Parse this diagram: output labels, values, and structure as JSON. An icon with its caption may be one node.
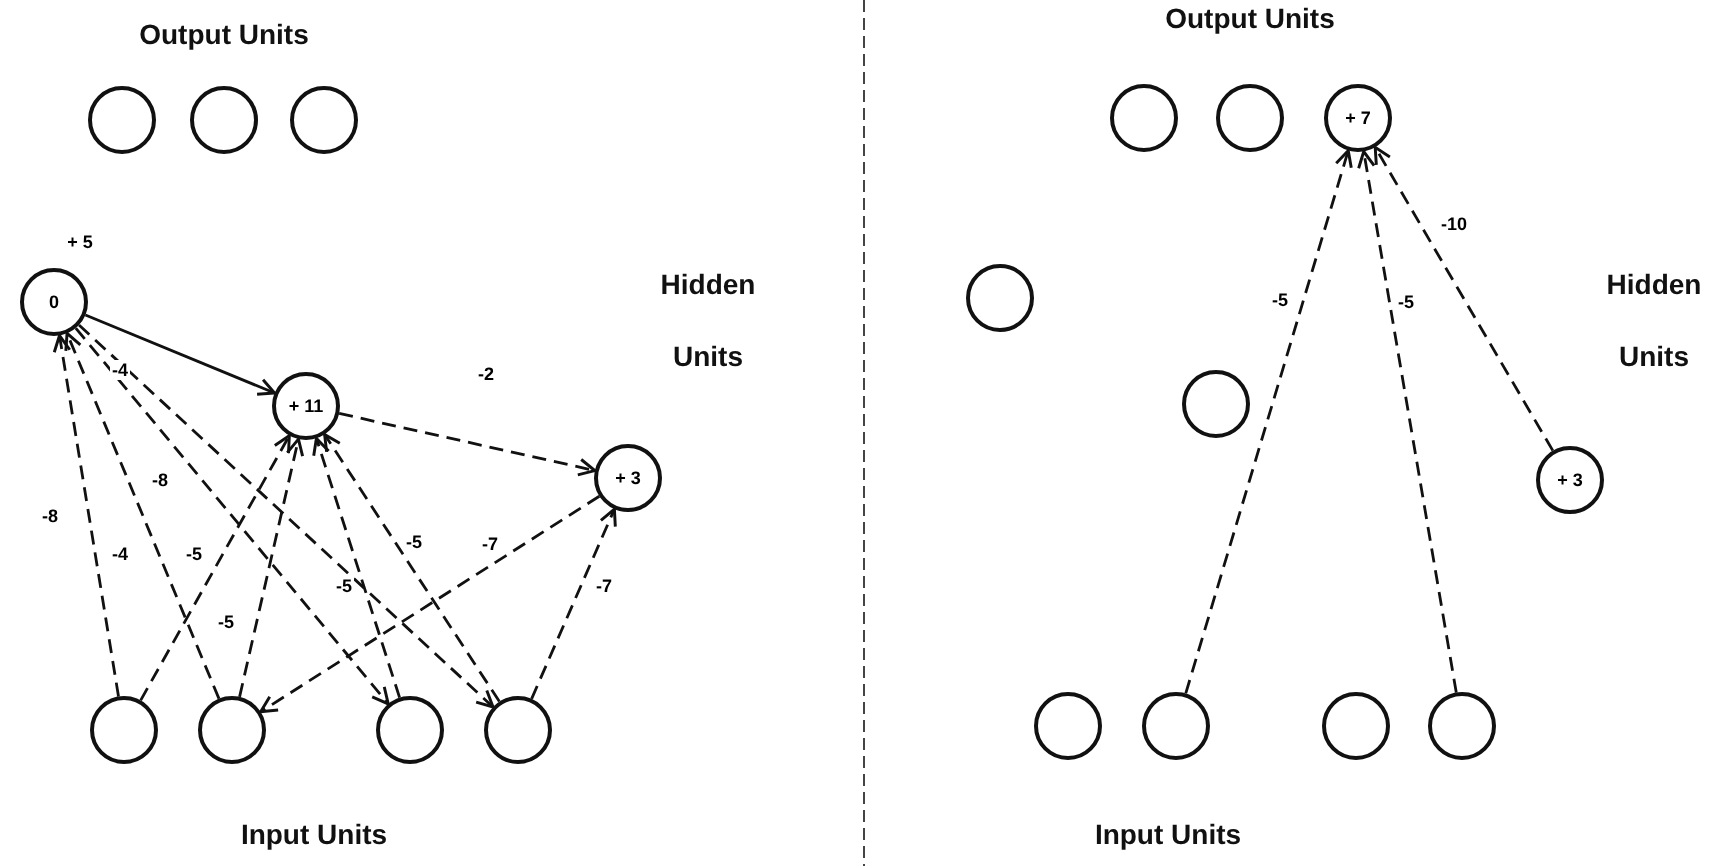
{
  "diagram": {
    "nodes": [
      {
        "text": [],
        "shape": "circle"
      },
      {
        "text": [],
        "shape": "circle"
      },
      {
        "text": [],
        "shape": "circle"
      },
      {
        "text": [
          "0"
        ]
      },
      {
        "text": [
          "+ 11"
        ]
      },
      {
        "text": [
          "+ 3"
        ]
      },
      {
        "text": [],
        "shape": "circle"
      },
      {
        "text": [],
        "shape": "circle"
      },
      {
        "text": [],
        "shape": "circle"
      },
      {
        "text": [],
        "shape": "circle"
      },
      {
        "text": [],
        "shape": "circle"
      },
      {
        "text": [],
        "shape": "circle"
      },
      {
        "text": [
          "+ 7"
        ]
      },
      {
        "text": [],
        "shape": "circle"
      },
      {
        "text": [],
        "shape": "circle"
      },
      {
        "text": [
          "+ 3"
        ]
      },
      {
        "text": [],
        "shape": "circle"
      },
      {
        "text": [],
        "shape": "circle"
      },
      {
        "text": [],
        "shape": "circle"
      },
      {
        "text": [],
        "shape": "circle"
      }
    ],
    "edges": [
      {
        "from": 3,
        "to": 4,
        "arrow": "to",
        "label": "+ 5"
      },
      {
        "from": 4,
        "to": 5,
        "arrow": "to",
        "label": "-2",
        "style": "dashed"
      },
      {
        "from": 6,
        "to": 3,
        "arrow": "to",
        "label": "-8",
        "style": "dashed"
      },
      {
        "from": 7,
        "to": 3,
        "arrow": "to",
        "label": "-4",
        "style": "dashed"
      },
      {
        "from": 3,
        "to": 8,
        "arrow": "to",
        "label": "-8",
        "style": "dashed"
      },
      {
        "from": 3,
        "to": 9,
        "arrow": "to",
        "label": "-4",
        "style": "dashed"
      },
      {
        "from": 6,
        "to": 4,
        "arrow": "to",
        "label": "-5",
        "style": "dashed"
      },
      {
        "from": 7,
        "to": 4,
        "arrow": "to",
        "label": "-5",
        "style": "dashed"
      },
      {
        "from": 8,
        "to": 4,
        "arrow": "to",
        "label": "-5",
        "style": "dashed"
      },
      {
        "from": 9,
        "to": 4,
        "arrow": "to",
        "label": "-5",
        "style": "dashed"
      },
      {
        "from": 5,
        "to": 7,
        "arrow": "to",
        "label": "-7",
        "style": "dashed"
      },
      {
        "from": 9,
        "to": 5,
        "arrow": "to",
        "label": "-7",
        "style": "dashed"
      },
      {
        "from": 17,
        "to": 12,
        "arrow": "to",
        "label": "-5",
        "style": "dashed"
      },
      {
        "from": 19,
        "to": 12,
        "arrow": "to",
        "label": "-5",
        "style": "dashed"
      },
      {
        "from": 15,
        "to": 12,
        "arrow": "to",
        "label": "-10",
        "style": "dashed"
      }
    ],
    "labels": [
      "Output Units",
      "Hidden Units",
      "Input Units",
      "Output Units",
      "Hidden Units",
      "Input Units"
    ]
  }
}
